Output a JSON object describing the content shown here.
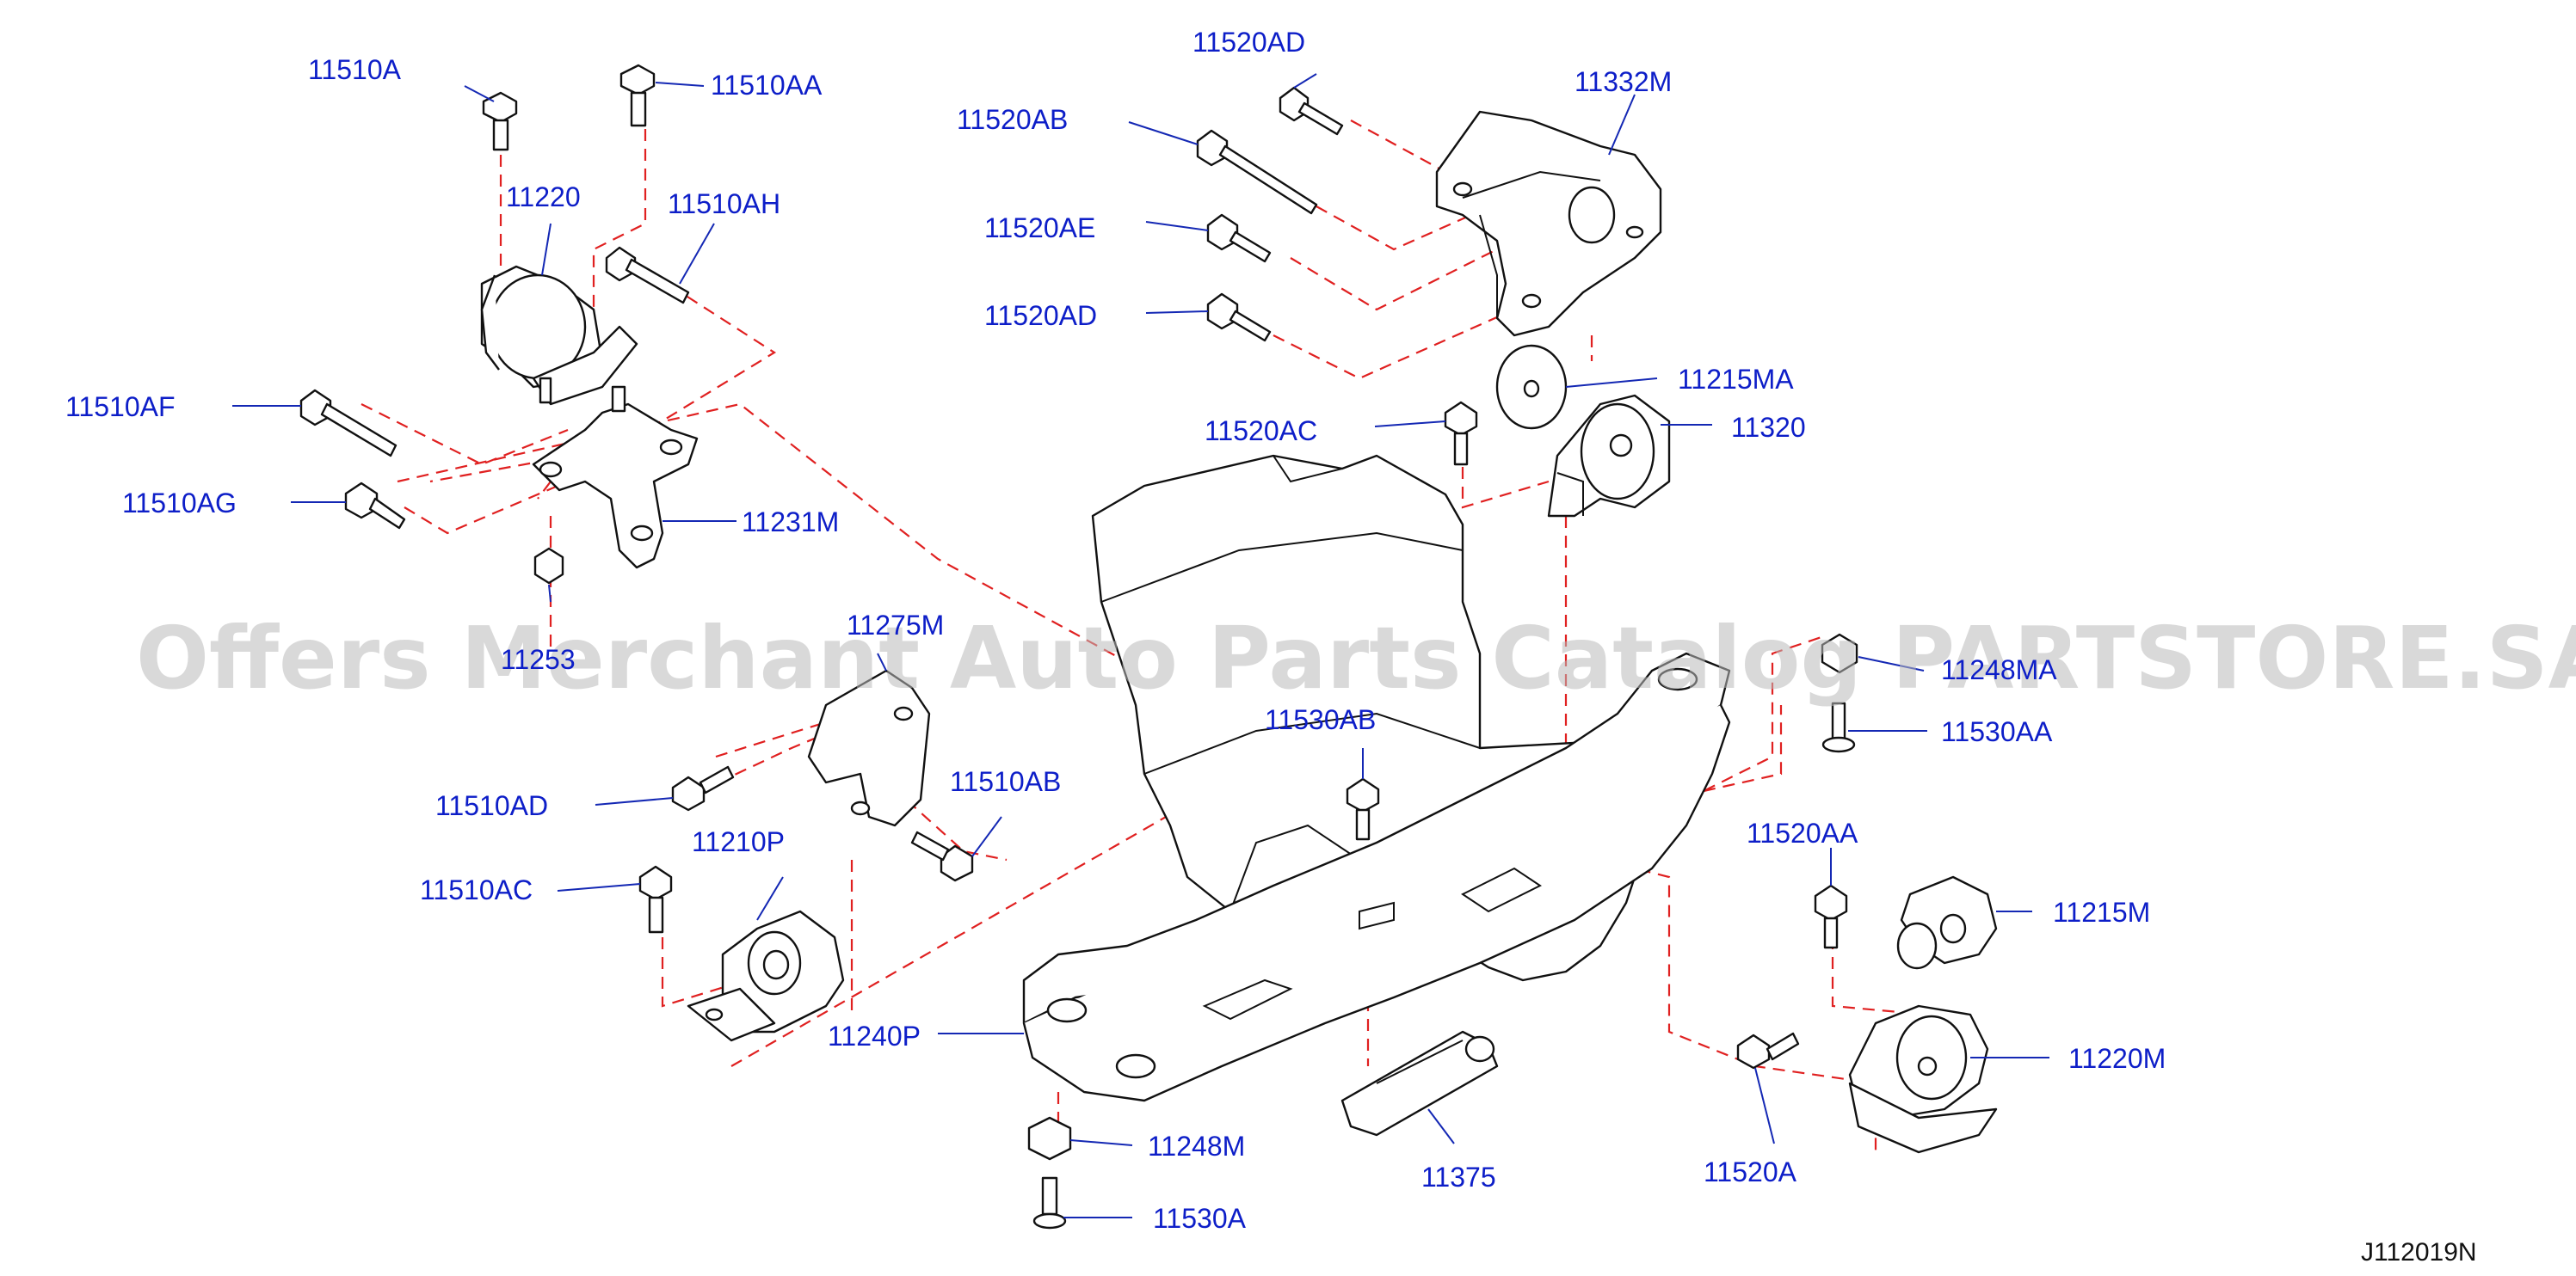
{
  "parts": {
    "p11510A": "11510A",
    "p11510AA": "11510AA",
    "p11220": "11220",
    "p11510AH": "11510AH",
    "p11510AF": "11510AF",
    "p11510AG": "11510AG",
    "p11231M": "11231M",
    "p11253": "11253",
    "p11275M": "11275M",
    "p11510AD": "11510AD",
    "p11510AB": "11510AB",
    "p11210P": "11210P",
    "p11510AC": "11510AC",
    "p11240P": "11240P",
    "p11248M": "11248M",
    "p11530A": "11530A",
    "p11530AB": "11530AB",
    "p11375": "11375",
    "p11520AD_top": "11520AD",
    "p11332M": "11332M",
    "p11520AB": "11520AB",
    "p11520AE": "11520AE",
    "p11520AD": "11520AD",
    "p11215MA": "11215MA",
    "p11520AC": "11520AC",
    "p11320": "11320",
    "p11248MA": "11248MA",
    "p11530AA": "11530AA",
    "p11520AA": "11520AA",
    "p11215M": "11215M",
    "p11220M": "11220M",
    "p11520A": "11520A"
  },
  "diagram_code": "J112019N",
  "watermark": "Offers Merchant Auto Parts Catalog PARTSTORE.SA",
  "colors": {
    "label": "#0d1ec8",
    "dash": "#e02020",
    "watermark": "#b9b9b9"
  }
}
